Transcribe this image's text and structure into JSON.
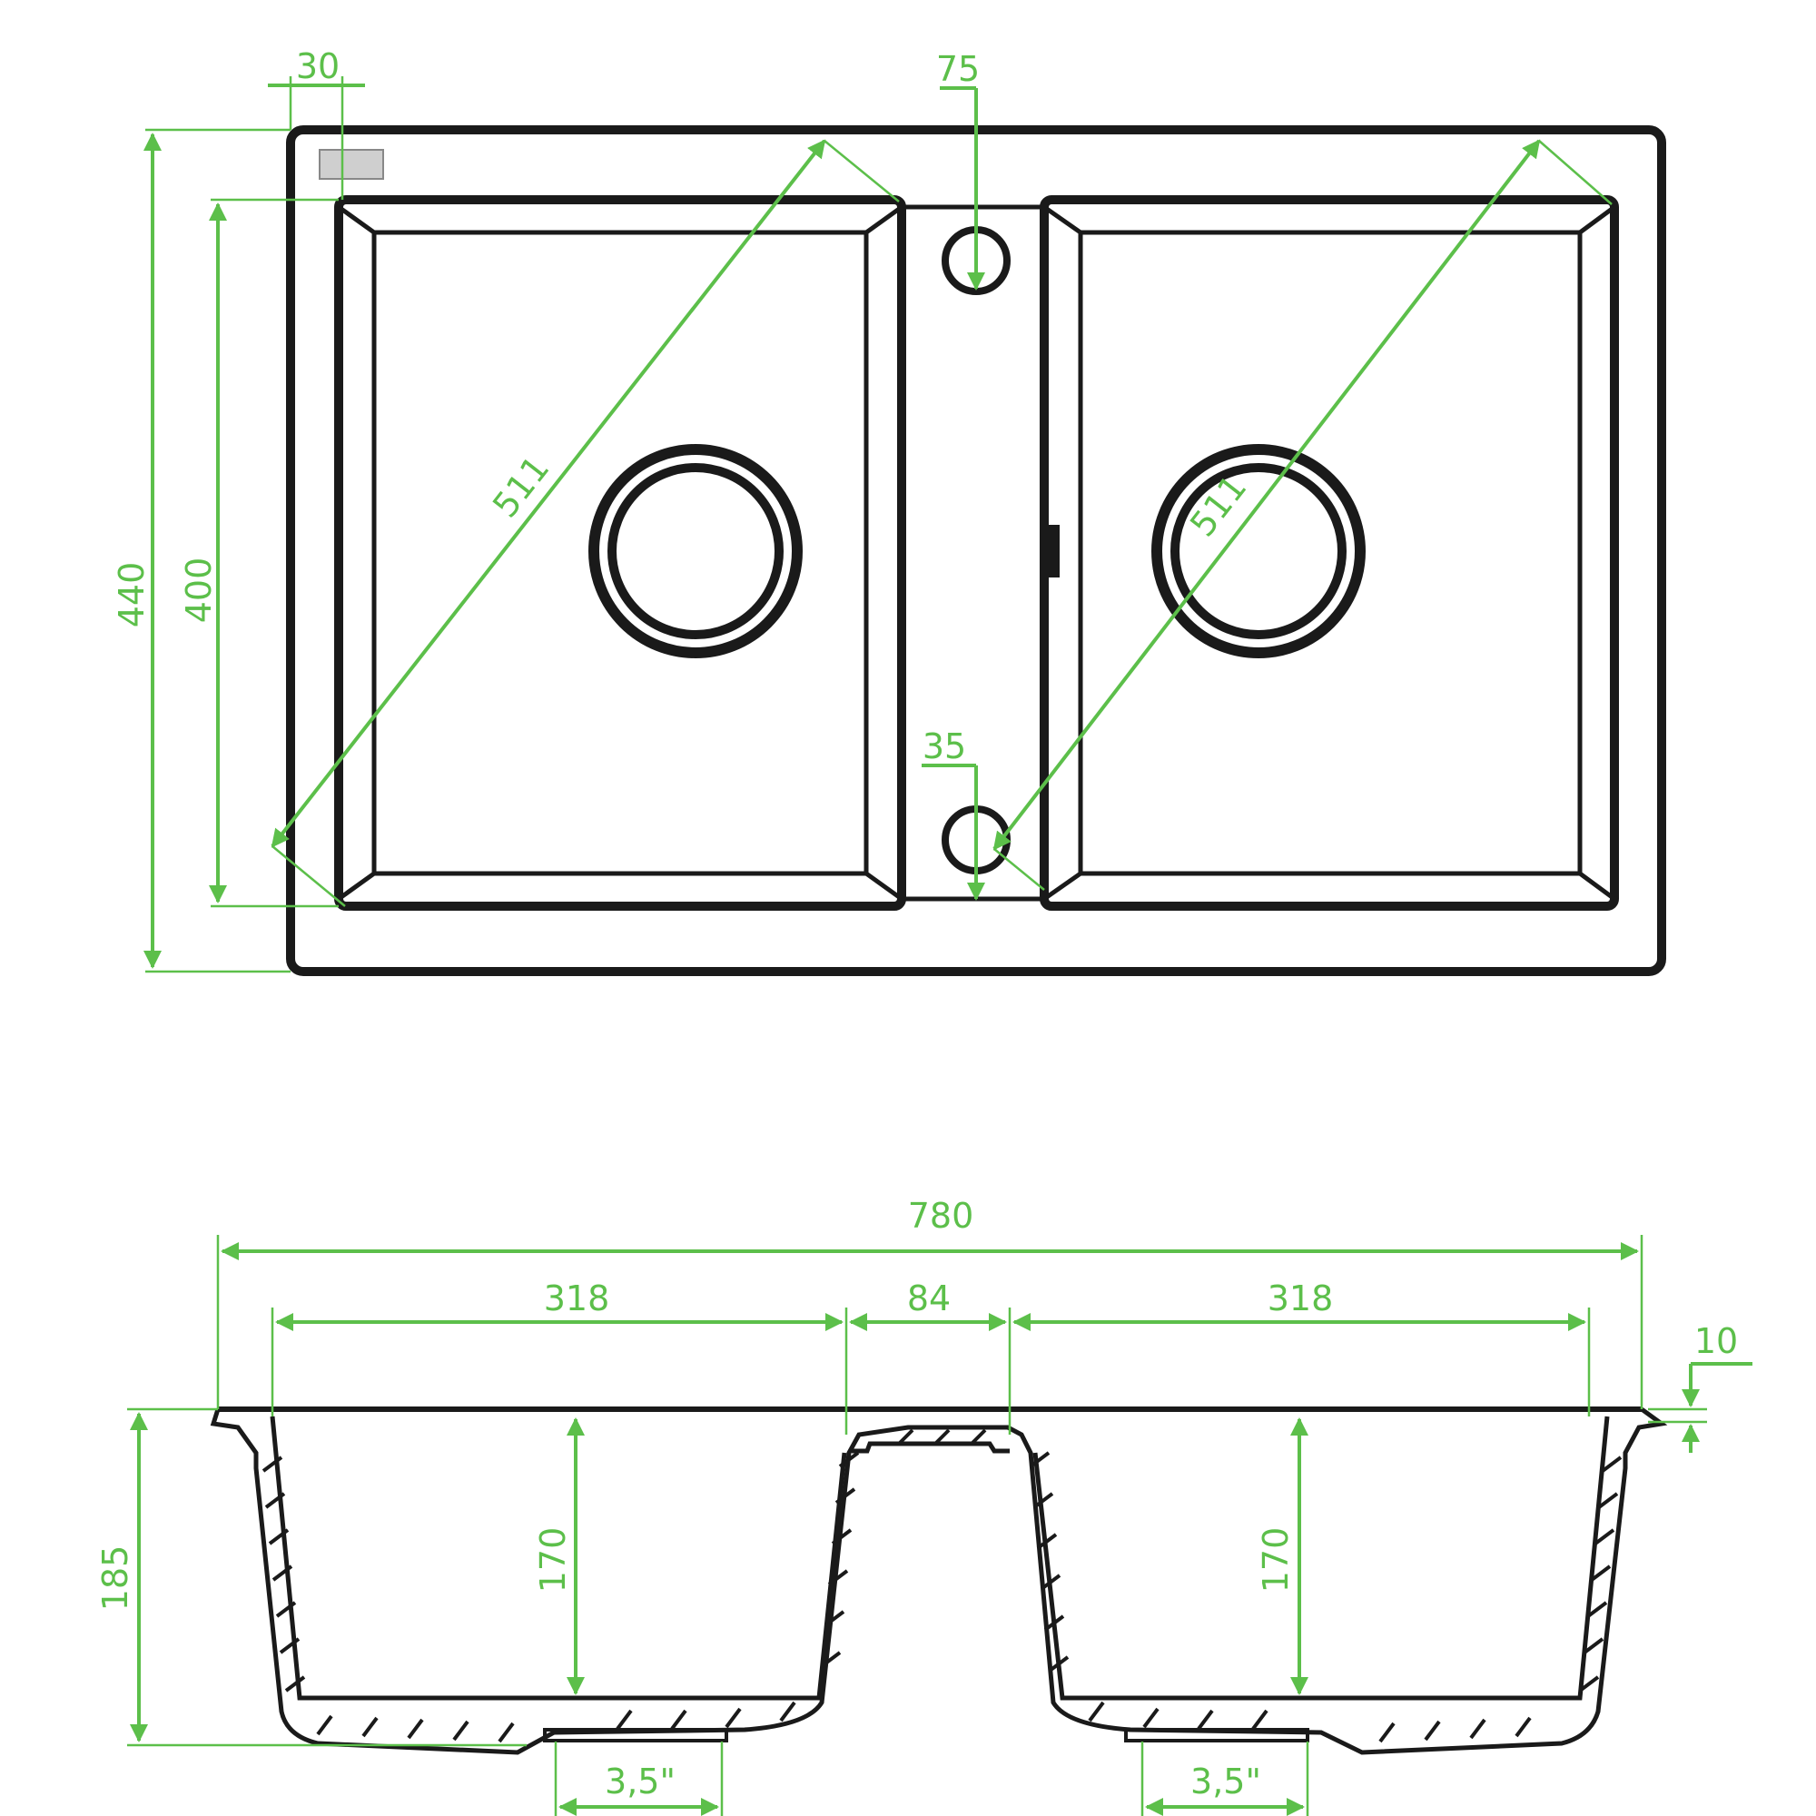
{
  "colors": {
    "dimension": "#5cbf4a",
    "outline": "#1a1a1a",
    "background": "#ffffff"
  },
  "top_view": {
    "overall_depth": "440",
    "bowl_depth": "400",
    "rim_offset": "30",
    "tap_hole_diameter": "75",
    "overflow_diameter": "35",
    "left_diagonal": "511",
    "right_diagonal": "511"
  },
  "section_view": {
    "overall_width": "780",
    "left_bowl_width": "318",
    "center_width": "84",
    "right_bowl_width": "318",
    "rim_thickness": "10",
    "overall_height": "185",
    "left_bowl_height": "170",
    "right_bowl_height": "170",
    "left_drain": "3,5\"",
    "right_drain": "3,5\""
  }
}
